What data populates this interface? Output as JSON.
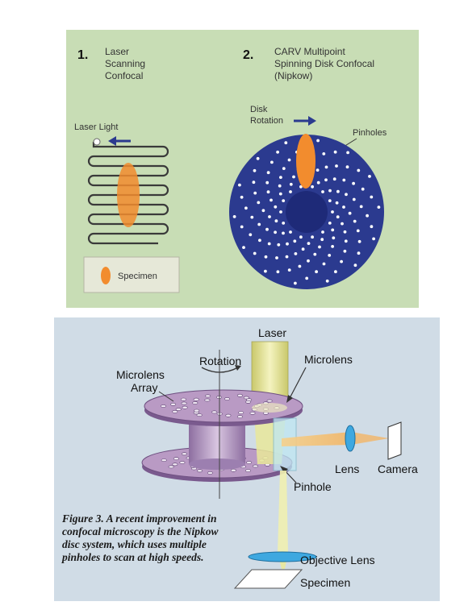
{
  "top_panel": {
    "section1": {
      "number": "1.",
      "title_lines": [
        "Laser",
        "Scanning",
        "Confocal"
      ],
      "laser_light_label": "Laser Light"
    },
    "section2": {
      "number": "2.",
      "title_lines": [
        "CARV Multipoint",
        "Spinning Disk Confocal",
        "(Nipkow)"
      ],
      "disk_rotation_lines": [
        "Disk",
        "Rotation"
      ],
      "pinholes_label": "Pinholes"
    },
    "legend": {
      "specimen_label": "Specimen"
    }
  },
  "bottom_panel": {
    "laser_label": "Laser",
    "rotation_label": "Rotation",
    "microlens_array_lines": [
      "Microlens",
      "Array"
    ],
    "microlens_label": "Microlens",
    "lens_label": "Lens",
    "camera_label": "Camera",
    "pinhole_label": "Pinhole",
    "objective_lens_label": "Objective Lens",
    "specimen_label": "Specimen",
    "caption": "Figure 3. A recent improvement in confocal microscopy is the Nipkow disc system, which uses multiple pinholes to scan at high speeds."
  },
  "colors": {
    "top_background": "#c8ddb5",
    "bottom_background": "#d0dce6",
    "disk_blue": "#2b3a8f",
    "specimen_orange": "#f28c2e",
    "arrow_blue": "#2b3a8f",
    "disc_purple": "#b99ac4",
    "laser_yellow": "#e9e89a"
  }
}
